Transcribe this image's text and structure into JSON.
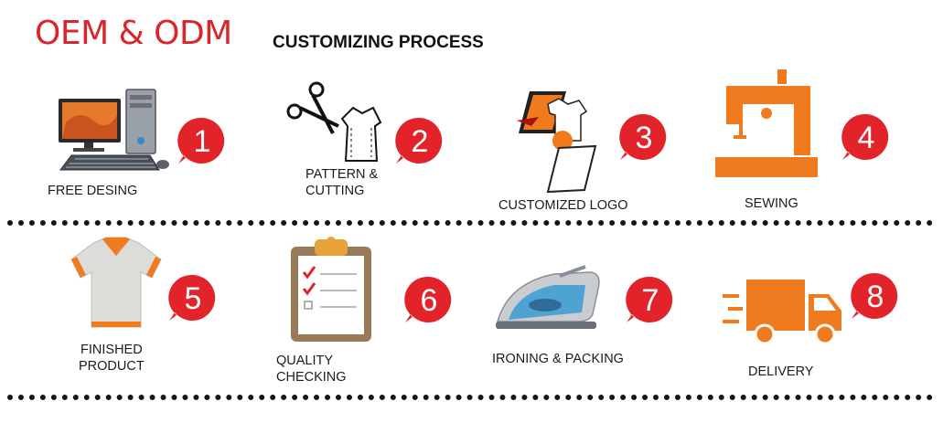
{
  "brand": "OEM & ODM",
  "title": "CUSTOMIZING PROCESS",
  "colors": {
    "brand_red": "#d8262c",
    "badge_red": "#e2232a",
    "accent_orange": "#f07a1e"
  },
  "steps": [
    {
      "number": "1",
      "lines": [
        "FREE DESING"
      ],
      "icon": "computer-icon"
    },
    {
      "number": "2",
      "lines": [
        "PATTERN &",
        "CUTTING"
      ],
      "icon": "scissors-pattern-icon"
    },
    {
      "number": "3",
      "lines": [
        "CUSTOMIZED LOGO"
      ],
      "icon": "logo-print-icon"
    },
    {
      "number": "4",
      "lines": [
        "SEWING"
      ],
      "icon": "sewing-machine-icon"
    },
    {
      "number": "5",
      "lines": [
        "FINISHED",
        "PRODUCT"
      ],
      "icon": "polo-shirt-icon"
    },
    {
      "number": "6",
      "lines": [
        "QUALITY",
        "CHECKING"
      ],
      "icon": "clipboard-checklist-icon"
    },
    {
      "number": "7",
      "lines": [
        "IRONING & PACKING"
      ],
      "icon": "iron-icon"
    },
    {
      "number": "8",
      "lines": [
        "DELIVERY"
      ],
      "icon": "delivery-truck-icon"
    }
  ]
}
